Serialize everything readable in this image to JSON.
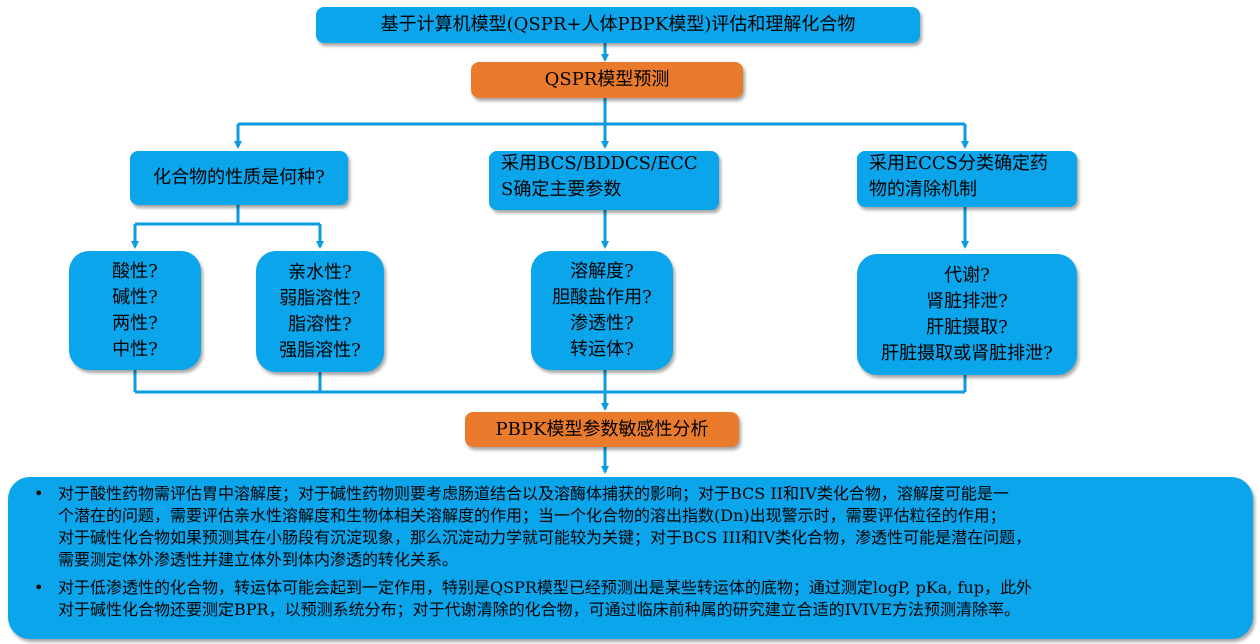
{
  "title_box": "基于计算机模型(QSPR+人体PBPK模型)评估和理解化合物",
  "qspr_box": "QSPR模型预测",
  "col1_question": "化合物的性质是何种?",
  "col2_question": [
    "采用BCS/BDDCS/ECC",
    "S确定主要参数"
  ],
  "col3_question": [
    "采用ECCS分类确定药",
    "物的清除机制"
  ],
  "acid_base_box": [
    "酸性?",
    "碱性?",
    "两性?",
    "中性?"
  ],
  "lipophilicity_box": [
    "亲水性?",
    "弱脂溶性?",
    "脂溶性?",
    "强脂溶性?"
  ],
  "parameters_box": [
    "溶解度?",
    "胆酸盐作用?",
    "渗透性?",
    "转运体?"
  ],
  "clearance_box": [
    "代谢?",
    "肾脏排泄?",
    "肝脏摄取?",
    "肝脏摄取或肾脏排泄?"
  ],
  "pbpk_box": "PBPK模型参数敏感性分析",
  "bullet_marker": "•",
  "bullets": [
    [
      "对于酸性药物需评估胃中溶解度；对于碱性药物则要考虑肠道结合以及溶酶体捕获的影响；对于BCS II和IV类化合物，溶解度可能是一",
      "个潜在的问题，需要评估亲水性溶解度和生物体相关溶解度的作用；当一个化合物的溶出指数(Dn)出现警示时，需要评估粒径的作用；",
      "对于碱性化合物如果预测其在小肠段有沉淀现象，那么沉淀动力学就可能较为关键；对于BCS III和IV类化合物，渗透性可能是潜在问题，",
      "需要测定体外渗透性并建立体外到体内渗透的转化关系。"
    ],
    [
      "对于低渗透性的化合物，转运体可能会起到一定作用，特别是QSPR模型已经预测出是某些转运体的底物；通过测定logP, pKa, fup，此外",
      "对于碱性化合物还要测定BPR，以预测系统分布；对于代谢清除的化合物，可通过临床前种属的研究建立合适的IVIVE方法预测清除率。"
    ]
  ],
  "colors": {
    "blue": "#0aa5ea",
    "orange": "#ea7a2c",
    "connector": "#0a9be0"
  }
}
